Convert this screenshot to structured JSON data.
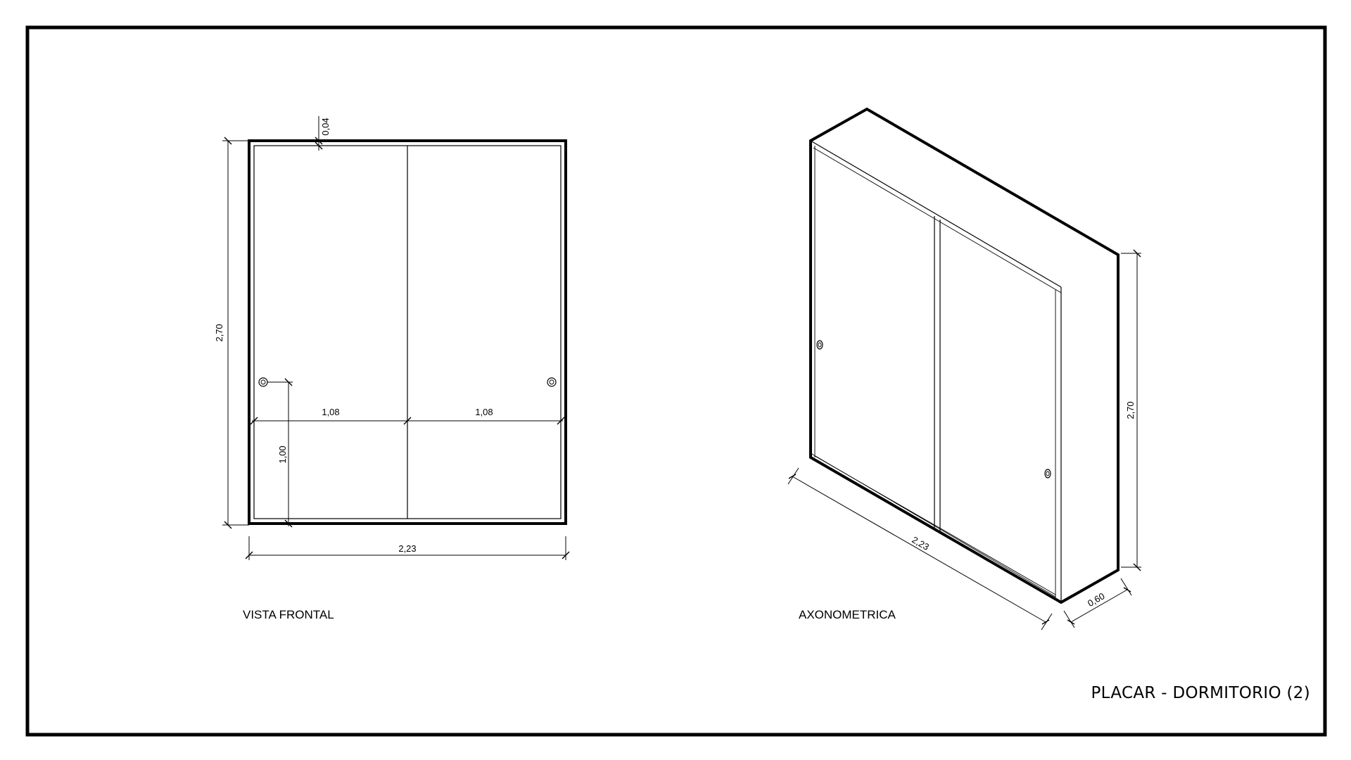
{
  "sheet": {
    "title": "PLACAR - DORMITORIO (2)"
  },
  "front_view": {
    "label": "VISTA FRONTAL",
    "dims": {
      "height": "2,70",
      "width": "2,23",
      "top_thickness": "0,04",
      "door_left_width": "1,08",
      "door_right_width": "1,08",
      "handle_height": "1,00"
    }
  },
  "axo_view": {
    "label": "AXONOMETRICA",
    "dims": {
      "height": "2,70",
      "width": "2,23",
      "depth": "0,60"
    }
  },
  "colors": {
    "line": "#000000",
    "background": "#ffffff"
  }
}
